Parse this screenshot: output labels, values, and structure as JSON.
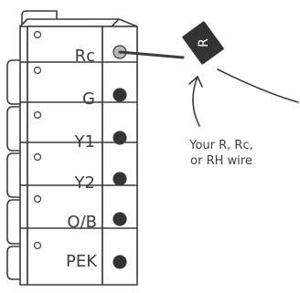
{
  "terminals": [
    {
      "label": "Rc",
      "connected": true
    },
    {
      "label": "G",
      "connected": false
    },
    {
      "label": "Y1",
      "connected": false
    },
    {
      "label": "Y2",
      "connected": false
    },
    {
      "label": "O/B",
      "connected": false
    },
    {
      "label": "PEK",
      "connected": false
    }
  ],
  "wire_tag": {
    "label": "R"
  },
  "caption": {
    "line1": "Your R, Rc,",
    "line2": "or RH wire"
  },
  "colors": {
    "stroke": "#3d3d3d",
    "background": "#ffffff",
    "tag_fill": "#333333",
    "tag_text": "#ffffff",
    "connected_hole": "#b9b9b9",
    "empty_hole": "#333333"
  },
  "icons": [
    "terminal-block-icon",
    "wire-tag-icon",
    "curved-arrow-icon"
  ]
}
